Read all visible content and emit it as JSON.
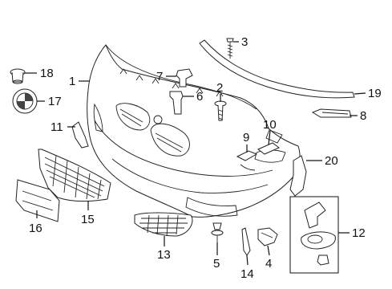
{
  "diagram": {
    "callouts": [
      {
        "id": "p1",
        "label": "1"
      },
      {
        "id": "p2",
        "label": "2"
      },
      {
        "id": "p3",
        "label": "3"
      },
      {
        "id": "p4",
        "label": "4"
      },
      {
        "id": "p5",
        "label": "5"
      },
      {
        "id": "p6",
        "label": "6"
      },
      {
        "id": "p7",
        "label": "7"
      },
      {
        "id": "p8",
        "label": "8"
      },
      {
        "id": "p9",
        "label": "9"
      },
      {
        "id": "p10",
        "label": "10"
      },
      {
        "id": "p11",
        "label": "11"
      },
      {
        "id": "p12",
        "label": "12"
      },
      {
        "id": "p13",
        "label": "13"
      },
      {
        "id": "p14",
        "label": "14"
      },
      {
        "id": "p15",
        "label": "15"
      },
      {
        "id": "p16",
        "label": "16"
      },
      {
        "id": "p17",
        "label": "17"
      },
      {
        "id": "p18",
        "label": "18"
      },
      {
        "id": "p19",
        "label": "19"
      },
      {
        "id": "p20",
        "label": "20"
      }
    ]
  }
}
